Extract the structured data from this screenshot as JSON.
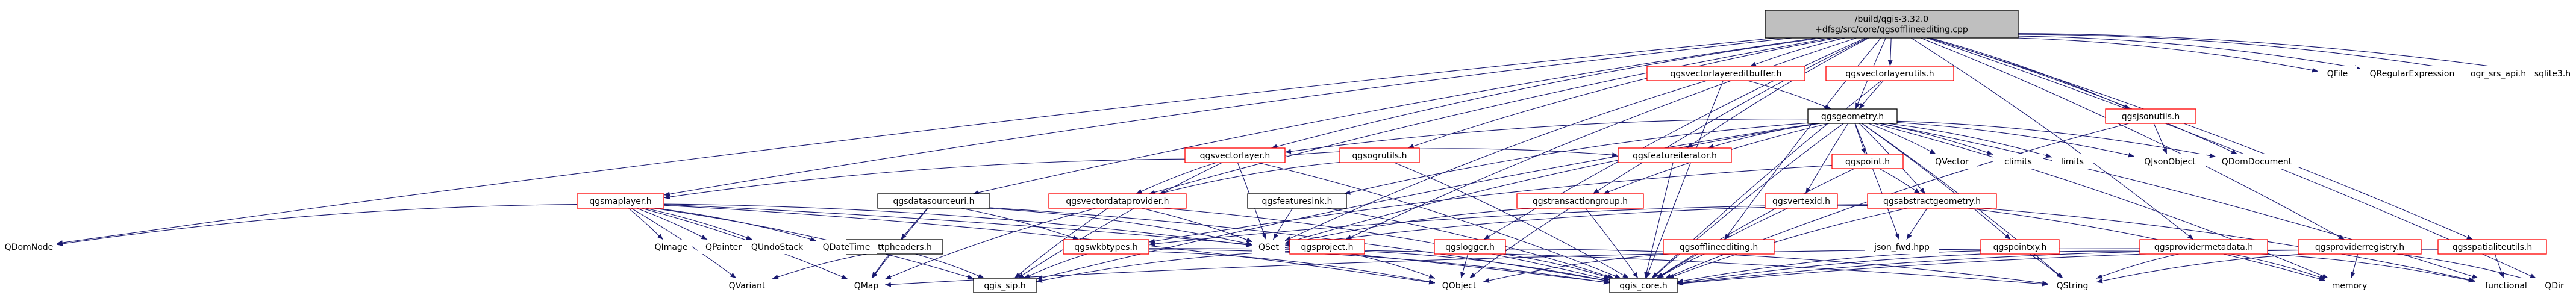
{
  "diagram": {
    "edge_color": "#191970",
    "nodes": {
      "root": {
        "lines": [
          "/build/qgis-3.32.0",
          "+dfsg/src/core/qgsofflineediting.cpp"
        ],
        "style": "gray"
      },
      "vlebuf": {
        "lines": [
          "qgsvectorlayereditbuffer.h"
        ],
        "style": "red"
      },
      "vlutils": {
        "lines": [
          "qgsvectorlayerutils.h"
        ],
        "style": "red"
      },
      "geom": {
        "lines": [
          "qgsgeometry.h"
        ],
        "style": "white"
      },
      "json": {
        "lines": [
          "qgsjsonutils.h"
        ],
        "style": "red"
      },
      "qfile": {
        "lines": [
          "QFile"
        ],
        "style": "none"
      },
      "qregexp": {
        "lines": [
          "QRegularExpression"
        ],
        "style": "none"
      },
      "ogr": {
        "lines": [
          "ogr_srs_api.h"
        ],
        "style": "none"
      },
      "sqlite": {
        "lines": [
          "sqlite3.h"
        ],
        "style": "none"
      },
      "vl": {
        "lines": [
          "qgsvectorlayer.h"
        ],
        "style": "red"
      },
      "ogru": {
        "lines": [
          "qgsogrutils.h"
        ],
        "style": "red"
      },
      "ml": {
        "lines": [
          "qgsmaplayer.h"
        ],
        "style": "red"
      },
      "dsuri": {
        "lines": [
          "qgsdatasourceuri.h"
        ],
        "style": "white"
      },
      "vdp": {
        "lines": [
          "qgsvectordataprovider.h"
        ],
        "style": "red"
      },
      "fs": {
        "lines": [
          "qgsfeaturesink.h"
        ],
        "style": "white"
      },
      "txg": {
        "lines": [
          "qgstransactiongroup.h"
        ],
        "style": "red"
      },
      "fi": {
        "lines": [
          "qgsfeatureiterator.h"
        ],
        "style": "red"
      },
      "pt": {
        "lines": [
          "qgspoint.h"
        ],
        "style": "red"
      },
      "vx": {
        "lines": [
          "qgsvertexid.h"
        ],
        "style": "red"
      },
      "ag": {
        "lines": [
          "qgsabstractgeometry.h"
        ],
        "style": "red"
      },
      "qvector": {
        "lines": [
          "QVector"
        ],
        "style": "none"
      },
      "climits": {
        "lines": [
          "climits"
        ],
        "style": "none"
      },
      "limits": {
        "lines": [
          "limits"
        ],
        "style": "none"
      },
      "qjsonobj": {
        "lines": [
          "QJsonObject"
        ],
        "style": "none"
      },
      "qdomdoc": {
        "lines": [
          "QDomDocument"
        ],
        "style": "none"
      },
      "http": {
        "lines": [
          "qgshttpheaders.h"
        ],
        "style": "white"
      },
      "wkb": {
        "lines": [
          "qgswkbtypes.h"
        ],
        "style": "red"
      },
      "proj": {
        "lines": [
          "qgsproject.h"
        ],
        "style": "red"
      },
      "logger": {
        "lines": [
          "qgslogger.h"
        ],
        "style": "red"
      },
      "offh": {
        "lines": [
          "qgsofflineediting.h"
        ],
        "style": "red"
      },
      "jsonfwd": {
        "lines": [
          "json_fwd.hpp"
        ],
        "style": "none"
      },
      "pointxy": {
        "lines": [
          "qgspointxy.h"
        ],
        "style": "red"
      },
      "provmeta": {
        "lines": [
          "qgsprovidermetadata.h"
        ],
        "style": "red"
      },
      "provreg": {
        "lines": [
          "qgsproviderregistry.h"
        ],
        "style": "red"
      },
      "spat": {
        "lines": [
          "qgsspatialiteutils.h"
        ],
        "style": "red"
      },
      "qdomnode": {
        "lines": [
          "QDomNode"
        ],
        "style": "none"
      },
      "qimage": {
        "lines": [
          "QImage"
        ],
        "style": "none"
      },
      "qpainter": {
        "lines": [
          "QPainter"
        ],
        "style": "none"
      },
      "qundo": {
        "lines": [
          "QUndoStack"
        ],
        "style": "none"
      },
      "qdatetime": {
        "lines": [
          "QDateTime"
        ],
        "style": "none"
      },
      "qset": {
        "lines": [
          "QSet"
        ],
        "style": "none"
      },
      "qvariant": {
        "lines": [
          "QVariant"
        ],
        "style": "none"
      },
      "qmap": {
        "lines": [
          "QMap"
        ],
        "style": "none"
      },
      "sip": {
        "lines": [
          "qgis_sip.h"
        ],
        "style": "white"
      },
      "qobject": {
        "lines": [
          "QObject"
        ],
        "style": "none"
      },
      "core": {
        "lines": [
          "qgis_core.h"
        ],
        "style": "white"
      },
      "qstring": {
        "lines": [
          "QString"
        ],
        "style": "none"
      },
      "memory": {
        "lines": [
          "memory"
        ],
        "style": "none"
      },
      "functional": {
        "lines": [
          "functional"
        ],
        "style": "none"
      },
      "qdir": {
        "lines": [
          "QDir"
        ],
        "style": "none"
      }
    },
    "edges": [
      [
        "root",
        "vlebuf"
      ],
      [
        "root",
        "vlutils"
      ],
      [
        "root",
        "geom"
      ],
      [
        "root",
        "json"
      ],
      [
        "root",
        "qfile"
      ],
      [
        "root",
        "qregexp"
      ],
      [
        "root",
        "ogr"
      ],
      [
        "root",
        "sqlite"
      ],
      [
        "root",
        "vl"
      ],
      [
        "root",
        "ogru"
      ],
      [
        "root",
        "ml"
      ],
      [
        "root",
        "dsuri"
      ],
      [
        "root",
        "vdp"
      ],
      [
        "root",
        "txg"
      ],
      [
        "root",
        "fi"
      ],
      [
        "root",
        "offh"
      ],
      [
        "root",
        "logger"
      ],
      [
        "root",
        "provmeta"
      ],
      [
        "root",
        "provreg"
      ],
      [
        "root",
        "spat"
      ],
      [
        "root",
        "qdomnode"
      ],
      [
        "root",
        "qdomdoc"
      ],
      [
        "root",
        "qdir"
      ],
      [
        "root",
        "proj"
      ],
      [
        "vlebuf",
        "geom"
      ],
      [
        "vlebuf",
        "qset"
      ],
      [
        "vlebuf",
        "core"
      ],
      [
        "vlutils",
        "geom"
      ],
      [
        "vlutils",
        "core"
      ],
      [
        "geom",
        "vl"
      ],
      [
        "geom",
        "fs"
      ],
      [
        "geom",
        "txg"
      ],
      [
        "geom",
        "fi"
      ],
      [
        "geom",
        "pt"
      ],
      [
        "geom",
        "vx"
      ],
      [
        "geom",
        "ag"
      ],
      [
        "geom",
        "qvector"
      ],
      [
        "geom",
        "climits"
      ],
      [
        "geom",
        "limits"
      ],
      [
        "geom",
        "qjsonobj"
      ],
      [
        "geom",
        "qdomdoc"
      ],
      [
        "geom",
        "jsonfwd"
      ],
      [
        "geom",
        "pointxy"
      ],
      [
        "geom",
        "core"
      ],
      [
        "geom",
        "qstring"
      ],
      [
        "geom",
        "memory"
      ],
      [
        "geom",
        "functional"
      ],
      [
        "geom",
        "qset"
      ],
      [
        "geom",
        "sip"
      ],
      [
        "json",
        "qjsonobj"
      ],
      [
        "json",
        "core"
      ],
      [
        "vl",
        "ml"
      ],
      [
        "vl",
        "vdp"
      ],
      [
        "vl",
        "qset"
      ],
      [
        "vl",
        "core"
      ],
      [
        "vl",
        "fi"
      ],
      [
        "vl",
        "sip"
      ],
      [
        "ogru",
        "vdp"
      ],
      [
        "ogru",
        "core"
      ],
      [
        "ml",
        "qdomnode"
      ],
      [
        "ml",
        "qimage"
      ],
      [
        "ml",
        "qpainter"
      ],
      [
        "ml",
        "qundo"
      ],
      [
        "ml",
        "qdatetime"
      ],
      [
        "ml",
        "qvariant"
      ],
      [
        "ml",
        "qmap"
      ],
      [
        "ml",
        "sip"
      ],
      [
        "ml",
        "qset"
      ],
      [
        "ml",
        "core"
      ],
      [
        "ml",
        "qobject"
      ],
      [
        "dsuri",
        "http"
      ],
      [
        "dsuri",
        "core"
      ],
      [
        "dsuri",
        "qmap"
      ],
      [
        "dsuri",
        "qset"
      ],
      [
        "dsuri",
        "wkb"
      ],
      [
        "vdp",
        "sip"
      ],
      [
        "vdp",
        "qset"
      ],
      [
        "vdp",
        "core"
      ],
      [
        "vdp",
        "qmap"
      ],
      [
        "fs",
        "qset"
      ],
      [
        "fs",
        "core"
      ],
      [
        "txg",
        "qset"
      ],
      [
        "txg",
        "qobject"
      ],
      [
        "txg",
        "core"
      ],
      [
        "fi",
        "core"
      ],
      [
        "pt",
        "ag"
      ],
      [
        "pt",
        "core"
      ],
      [
        "pt",
        "wkb"
      ],
      [
        "vx",
        "core"
      ],
      [
        "ag",
        "core"
      ],
      [
        "ag",
        "qset"
      ],
      [
        "ag",
        "jsonfwd"
      ],
      [
        "ag",
        "memory"
      ],
      [
        "ag",
        "functional"
      ],
      [
        "ag",
        "wkb"
      ],
      [
        "http",
        "qmap"
      ],
      [
        "http",
        "sip"
      ],
      [
        "http",
        "qvariant"
      ],
      [
        "wkb",
        "qobject"
      ],
      [
        "wkb",
        "qstring"
      ],
      [
        "wkb",
        "core"
      ],
      [
        "wkb",
        "sip"
      ],
      [
        "proj",
        "core"
      ],
      [
        "proj",
        "sip"
      ],
      [
        "proj",
        "qobject"
      ],
      [
        "logger",
        "qobject"
      ],
      [
        "logger",
        "core"
      ],
      [
        "logger",
        "qstring"
      ],
      [
        "offh",
        "core"
      ],
      [
        "offh",
        "qobject"
      ],
      [
        "pointxy",
        "core"
      ],
      [
        "pointxy",
        "qstring"
      ],
      [
        "provmeta",
        "core"
      ],
      [
        "provmeta",
        "qstring"
      ],
      [
        "provmeta",
        "memory"
      ],
      [
        "provmeta",
        "functional"
      ],
      [
        "provmeta",
        "qmap"
      ],
      [
        "provreg",
        "core"
      ],
      [
        "provreg",
        "qstring"
      ],
      [
        "provreg",
        "memory"
      ],
      [
        "provreg",
        "qdir"
      ],
      [
        "spat",
        "core"
      ],
      [
        "spat",
        "functional"
      ]
    ]
  }
}
